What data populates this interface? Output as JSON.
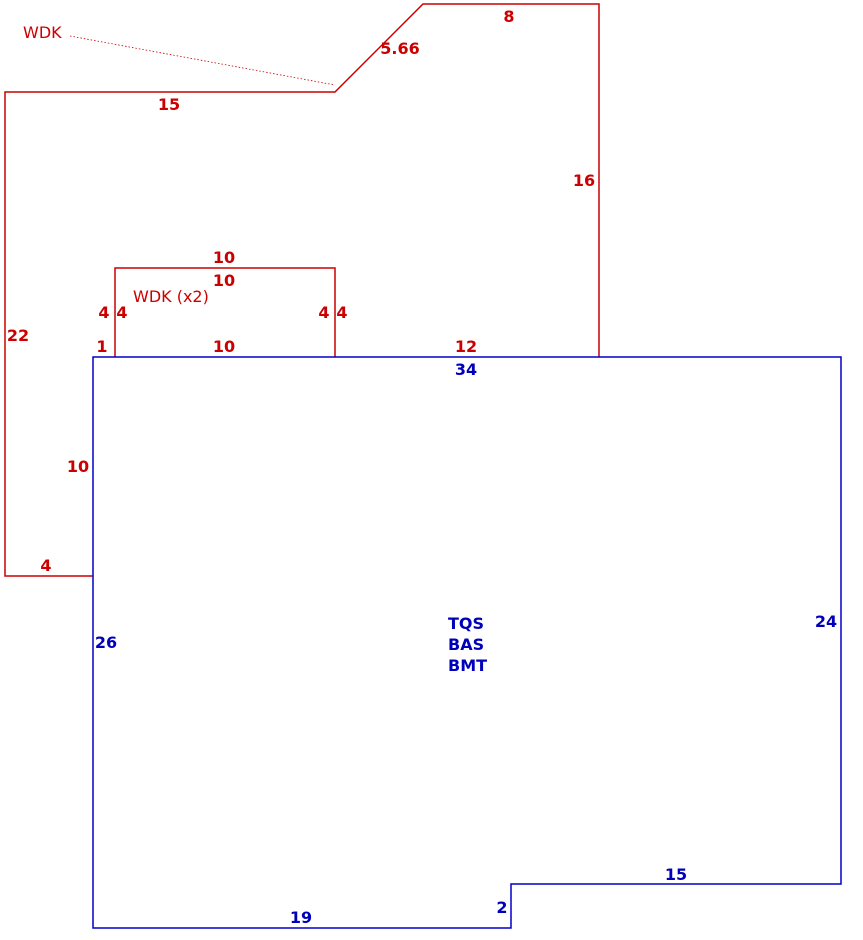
{
  "colors": {
    "deck": "#cc0000",
    "house": "#0000cc"
  },
  "deck_outer": {
    "area_label": "WDK",
    "dimensions": {
      "top_right": "8",
      "diagonal": "5.66",
      "top_left": "15",
      "right": "16",
      "left": "22",
      "bottom": "4",
      "lower_left": "10",
      "bottom_right": "12",
      "small_step": "1"
    }
  },
  "deck_inner": {
    "area_label": "WDK (x2)",
    "dimensions": {
      "top_outer": "10",
      "top_inner": "10",
      "left_outer": "4",
      "left_inner": "4",
      "right_inner": "4",
      "right_outer": "4",
      "bottom": "10"
    }
  },
  "house": {
    "labels": [
      "TQS",
      "BAS",
      "BMT"
    ],
    "dimensions": {
      "top": "34",
      "left": "26",
      "right": "24",
      "notch_top": "15",
      "notch_side": "2",
      "bottom": "19"
    }
  }
}
